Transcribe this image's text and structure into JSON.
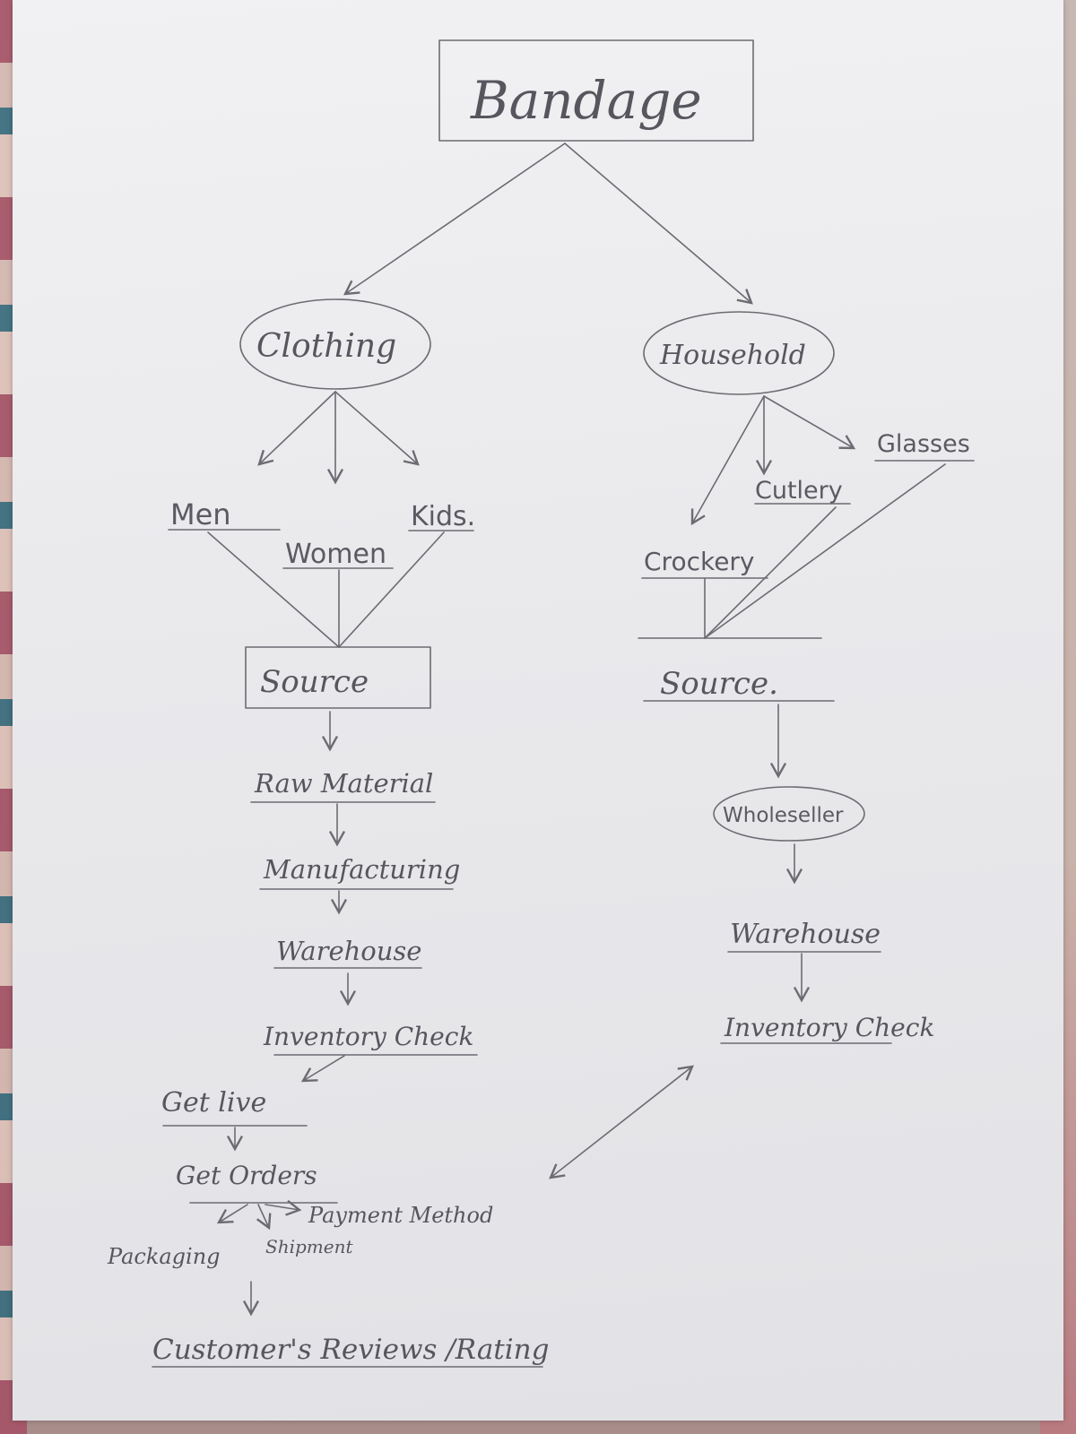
{
  "diagram": {
    "title": "Bandage",
    "categories": {
      "clothing": {
        "label": "Clothing",
        "subcategories": [
          "Men",
          "Women",
          "Kids."
        ],
        "flow": [
          "Source",
          "Raw Material",
          "Manufacturing",
          "Warehouse",
          "Inventory Check",
          "Get live",
          "Get Orders"
        ],
        "order_outcomes": [
          "Packaging",
          "Shipment",
          "Payment Method"
        ],
        "final_step": "Customer's Reviews /Rating"
      },
      "household": {
        "label": "Household",
        "subcategories": [
          "Crockery",
          "Cutlery",
          "Glasses"
        ],
        "flow": [
          "Source.",
          "Wholeseller",
          "Warehouse",
          "Inventory Check"
        ]
      }
    }
  },
  "colors": {
    "paper": "#ebebee",
    "pencil": "#6b6b72"
  }
}
